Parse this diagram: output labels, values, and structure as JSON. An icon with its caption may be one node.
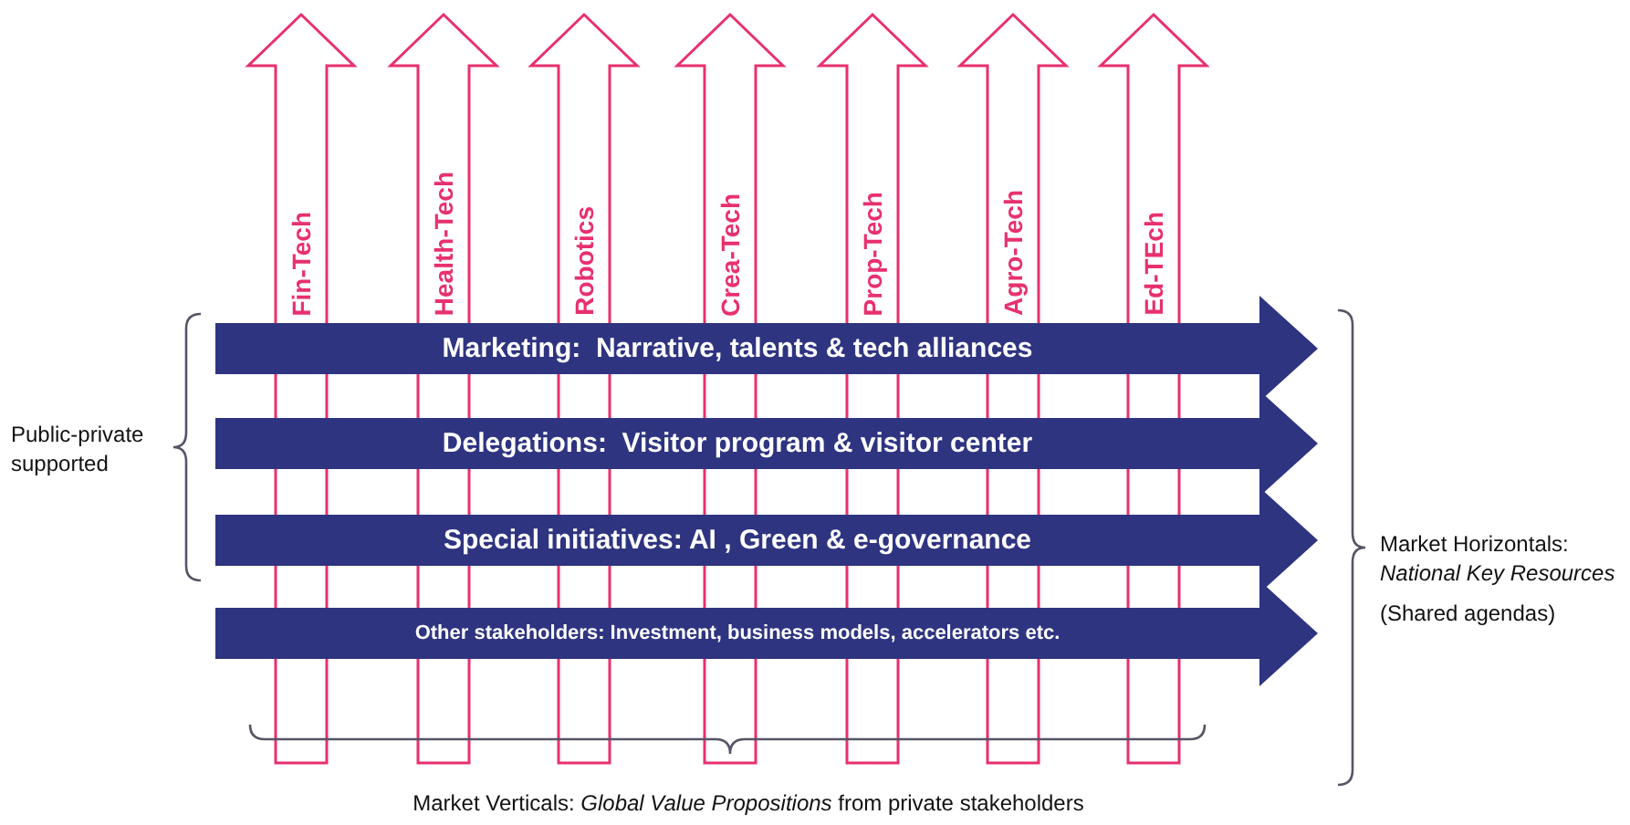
{
  "diagram": {
    "nodes": [
      {
        "text": [
          "Fin-Tech"
        ]
      },
      {
        "text": [
          "Health-Tech"
        ]
      },
      {
        "text": [
          "Robotics"
        ]
      },
      {
        "text": [
          "Crea-Tech"
        ]
      },
      {
        "text": [
          "Prop-Tech"
        ]
      },
      {
        "text": [
          "Agro-Tech"
        ]
      },
      {
        "text": [
          "Ed-TEch"
        ]
      },
      {
        "text": [
          "Marketing:  Narrative, talents & tech alliances"
        ]
      },
      {
        "text": [
          "Delegations:  Visitor program & visitor center"
        ]
      },
      {
        "text": [
          "Special initiatives: AI , Green & e-governance"
        ]
      },
      {
        "text": [
          "Other stakeholders: Investment, business models, accelerators etc."
        ]
      }
    ],
    "labels": [
      "Public-private supported",
      "Market Horizontals: *National Key Resources*",
      "(Shared agendas)",
      "Market Verticals: *Global Value Propositions* from private stakeholders"
    ]
  }
}
